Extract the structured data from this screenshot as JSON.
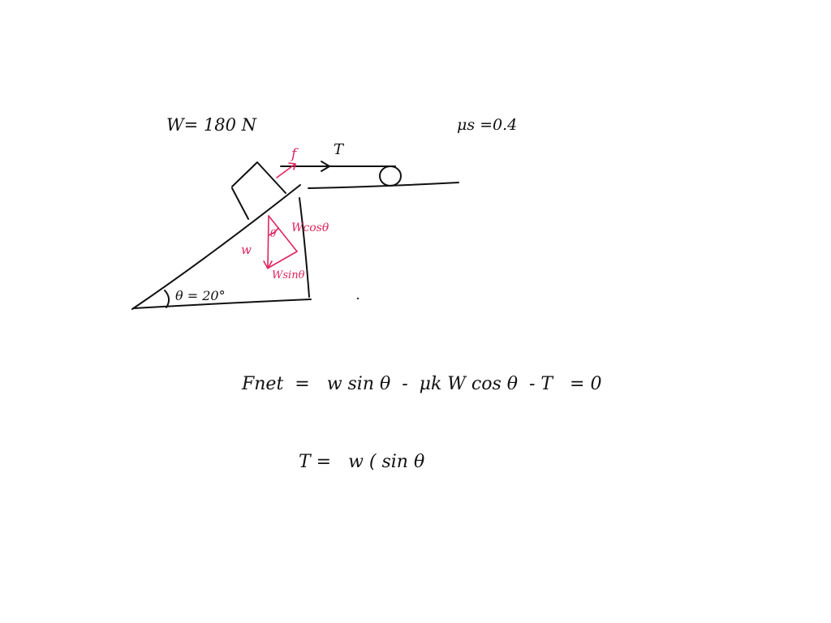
{
  "canvas": {
    "background": "#ffffff",
    "ink_color": "#111111",
    "accent_color": "#e0245e"
  },
  "givens": {
    "weight": "W= 180 N",
    "static_friction": "μs =0.4"
  },
  "diagram": {
    "angle_label": "θ = 20°",
    "tension_label": "T",
    "friction_label": "f",
    "weight_label": "w",
    "inner_angle_label": "θ",
    "normal_component_label": "Wcosθ",
    "parallel_component_label": "Wsinθ"
  },
  "equations": {
    "net_force": "Fnet  =   w sin θ  -  μk W cos θ  - T   = 0",
    "tension": "T =   w ( sin θ"
  }
}
